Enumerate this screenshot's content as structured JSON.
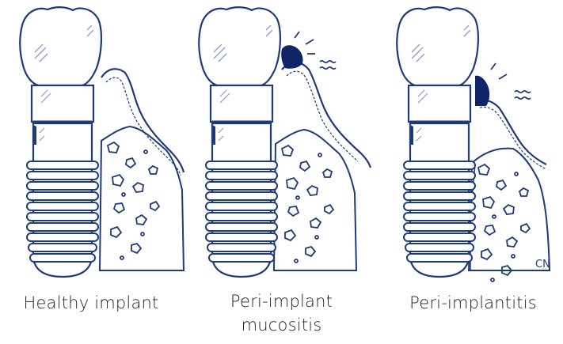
{
  "panels": [
    {
      "id": "healthy",
      "caption_lines": [
        "Healthy implant"
      ],
      "inflamed": false,
      "bone_loss": false
    },
    {
      "id": "mucositis",
      "caption_lines": [
        "Peri-implant",
        "mucositis"
      ],
      "inflamed": true,
      "bone_loss": false
    },
    {
      "id": "peri-implantitis",
      "caption_lines": [
        "Peri-implantitis"
      ],
      "inflamed": true,
      "bone_loss": true
    }
  ],
  "signature": "CN",
  "colors": {
    "ink": "#1f3a78",
    "inflammation": "#0f2566",
    "background": "#ffffff",
    "caption_text": "#222222"
  }
}
